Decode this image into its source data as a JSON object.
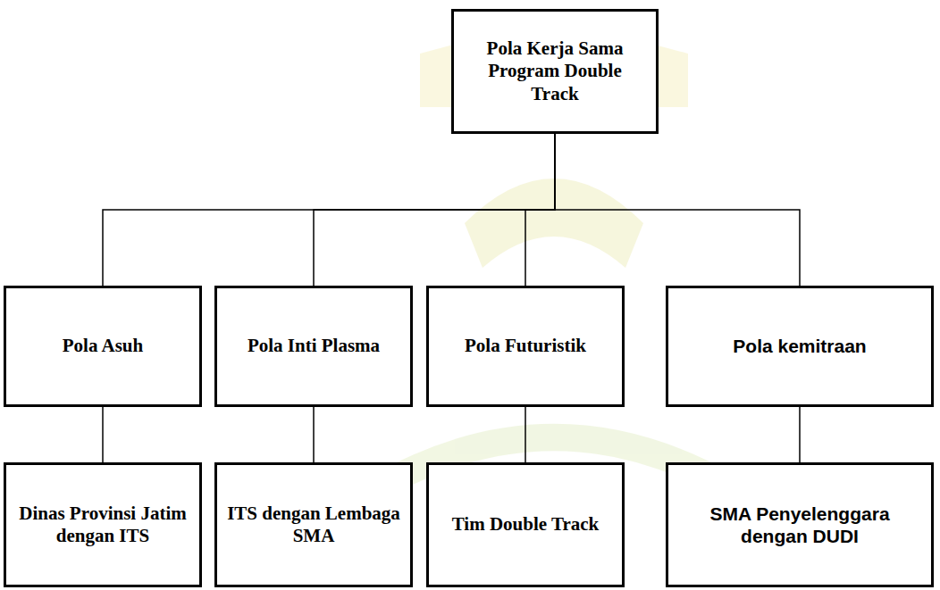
{
  "diagram": {
    "nodes": [
      {
        "text": [
          "Pola Kerja Sama Program Double Track"
        ]
      },
      {
        "text": [
          "Pola Asuh"
        ]
      },
      {
        "text": [
          "Pola Inti Plasma"
        ]
      },
      {
        "text": [
          "Pola Futuristik"
        ]
      },
      {
        "text": [
          "Pola kemitraan"
        ]
      },
      {
        "text": [
          "Dinas Provinsi Jatim dengan ITS"
        ]
      },
      {
        "text": [
          "ITS dengan Lembaga SMA"
        ]
      },
      {
        "text": [
          "Tim Double Track"
        ]
      },
      {
        "text": [
          "SMA Penyelenggara dengan DUDI"
        ]
      }
    ],
    "edges": [
      {
        "from": 0,
        "to": 1,
        "arrow": "none"
      },
      {
        "from": 0,
        "to": 2,
        "arrow": "none"
      },
      {
        "from": 0,
        "to": 3,
        "arrow": "none"
      },
      {
        "from": 0,
        "to": 4,
        "arrow": "none"
      },
      {
        "from": 1,
        "to": 5,
        "arrow": "none"
      },
      {
        "from": 2,
        "to": 6,
        "arrow": "none"
      },
      {
        "from": 3,
        "to": 7,
        "arrow": "none"
      },
      {
        "from": 4,
        "to": 8,
        "arrow": "none"
      }
    ]
  }
}
